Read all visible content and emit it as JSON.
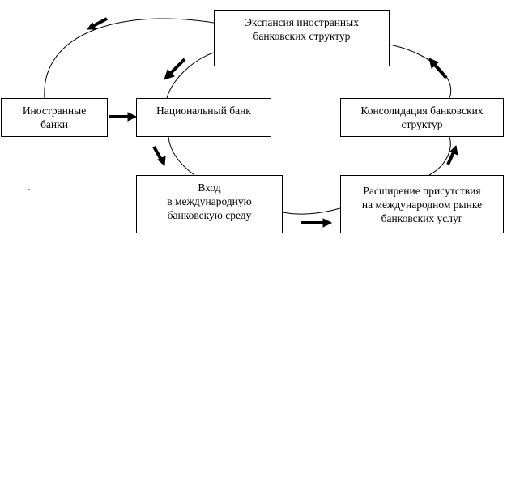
{
  "nodes": {
    "expansion": {
      "line1": "Экспансия иностранных",
      "line2": "банковских структур"
    },
    "foreign_banks": {
      "line1": "Иностранные",
      "line2": "банки"
    },
    "national_bank": {
      "line1": "Национальный банк"
    },
    "consolidation": {
      "line1": "Консолидация банковских",
      "line2": "структур"
    },
    "entry": {
      "line1": "Вход",
      "line2": "в международную",
      "line3": "банковскую среду"
    },
    "presence": {
      "line1": "Расширение присутствия",
      "line2": "на международном рынке",
      "line3": "банковских услуг"
    }
  },
  "colors": {
    "stroke": "#000000",
    "background": "#ffffff"
  }
}
